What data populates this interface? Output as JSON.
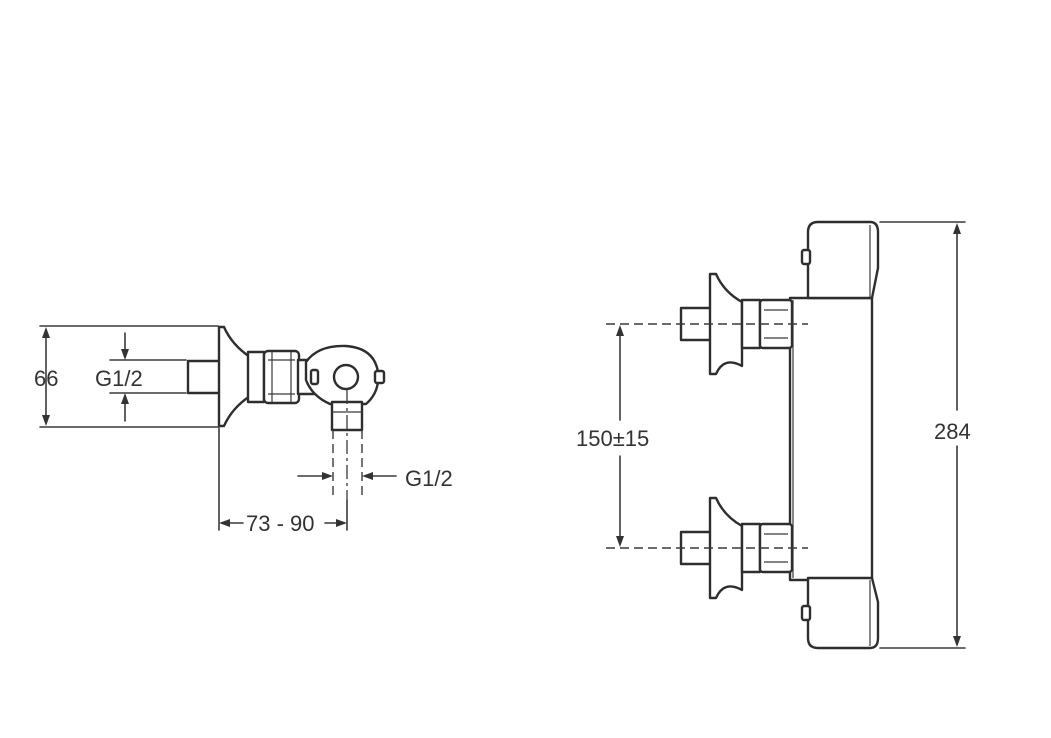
{
  "colors": {
    "line": "#2e2e2e",
    "text": "#333333",
    "background": "#ffffff"
  },
  "side_view": {
    "dim_height": "66",
    "dim_inlet_thread": "G1/2",
    "dim_outlet_thread": "G1/2",
    "dim_depth": "73 - 90"
  },
  "front_view": {
    "dim_inlet_spacing": "150±15",
    "dim_total_height": "284"
  }
}
